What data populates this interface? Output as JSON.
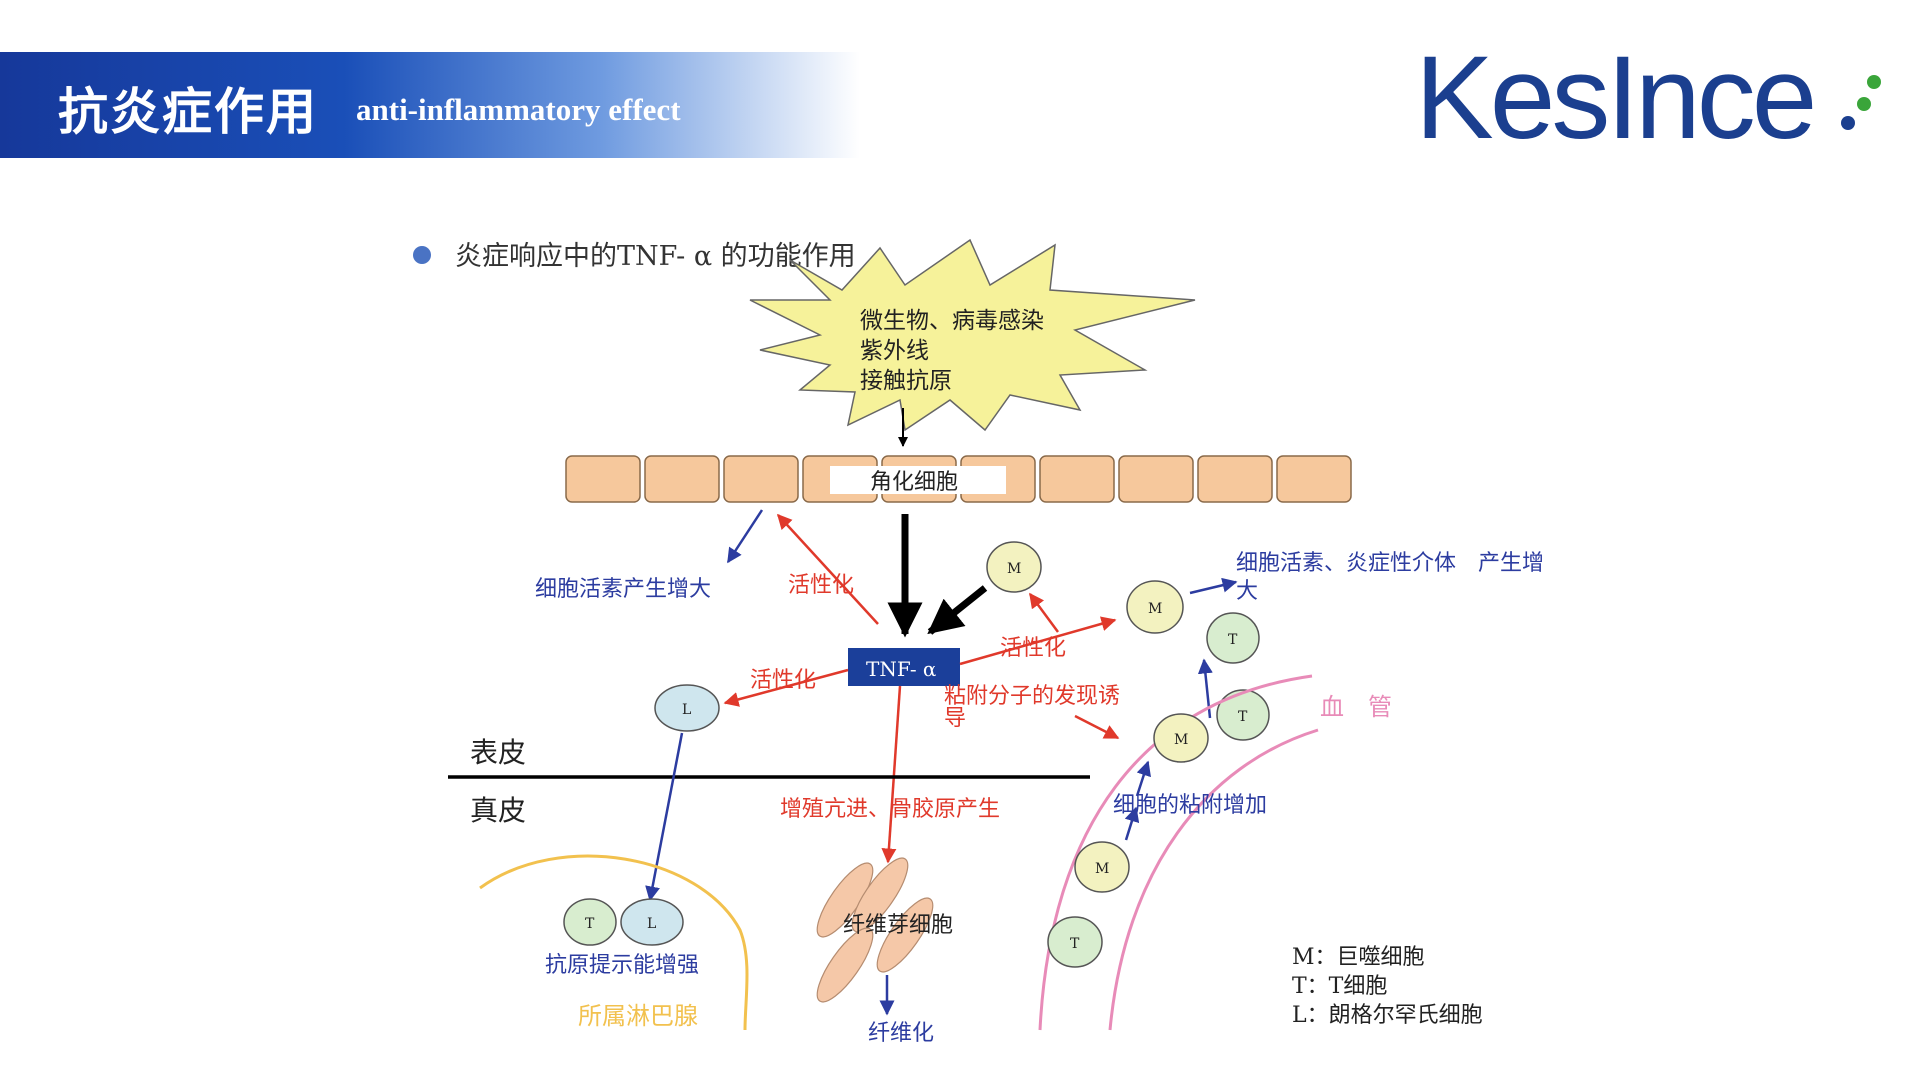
{
  "header": {
    "title_cn": "抗炎症作用",
    "title_en": "anti-inflammatory effect",
    "logo_text": "KesInce",
    "logo_dot_colors": [
      "#3aa53a",
      "#3aa53a",
      "#1b3f8f"
    ]
  },
  "diagram": {
    "heading": "炎症响应中的TNF- α 的功能作用",
    "burst_lines": [
      "微生物、病毒感染",
      "紫外线",
      "接触抗原"
    ],
    "keratinocyte_label": "角化细胞",
    "tnf_label": "TNF- α",
    "cytokine_increase_left": "细胞活素产生增大",
    "activate_1": "活性化",
    "activate_2": "活性化",
    "activate_3": "活性化",
    "cytokine_mediator": "细胞活素、炎症性介体　产生增",
    "cytokine_mediator_2": "大",
    "adhesion_expression": "粘附分子的发现诱",
    "adhesion_expression_2": "导",
    "vessel_label": "血　管",
    "epidermis": "表皮",
    "dermis": "真皮",
    "proliferation": "增殖亢进、骨胶原产生",
    "cell_adhesion": "细胞的粘附增加",
    "fibroblast": "纤维芽细胞",
    "fibrosis": "纤维化",
    "antigen_presentation": "抗原提示能增强",
    "lymph_node": "所属淋巴腺",
    "cell_letters": {
      "M": "M",
      "T": "T",
      "L": "L"
    },
    "legend": [
      "M：巨噬细胞",
      "T：T细胞",
      "L：朗格尔罕氏细胞"
    ],
    "colors": {
      "arrow_red": "#e0392b",
      "arrow_blue": "#2c3ca0",
      "tnf_box": "#1b3f9a",
      "burst": "#f6f29a",
      "cell_m": "#f3f2c0",
      "cell_t": "#d8edcf",
      "cell_l": "#cfe6ee",
      "keratinocyte": "#f6c89c",
      "vessel": "#e88bb8",
      "lymph": "#f2c14e",
      "fibro": "#f5c8a8",
      "red_text": "#e0392b",
      "blue_text": "#2c3ca0"
    }
  }
}
